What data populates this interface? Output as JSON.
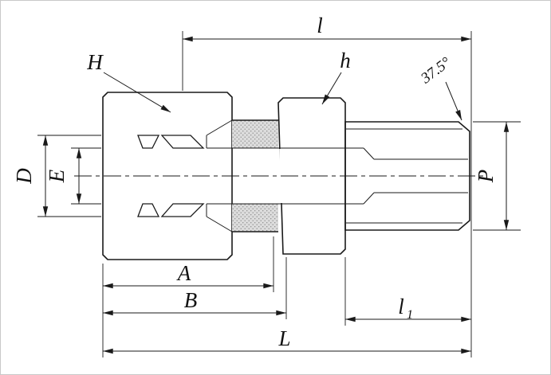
{
  "labels": {
    "l": "l",
    "H": "H",
    "h": "h",
    "angle": "37.5°",
    "D": "D",
    "E": "E",
    "P": "P",
    "A": "A",
    "B": "B",
    "l1_base": "l",
    "l1_sub": "1",
    "L": "L"
  },
  "colors": {
    "line": "#1a1a1a",
    "background": "#ffffff",
    "stipple_fill": "#dcdcdc",
    "stipple_dot": "#8a8a8a"
  }
}
